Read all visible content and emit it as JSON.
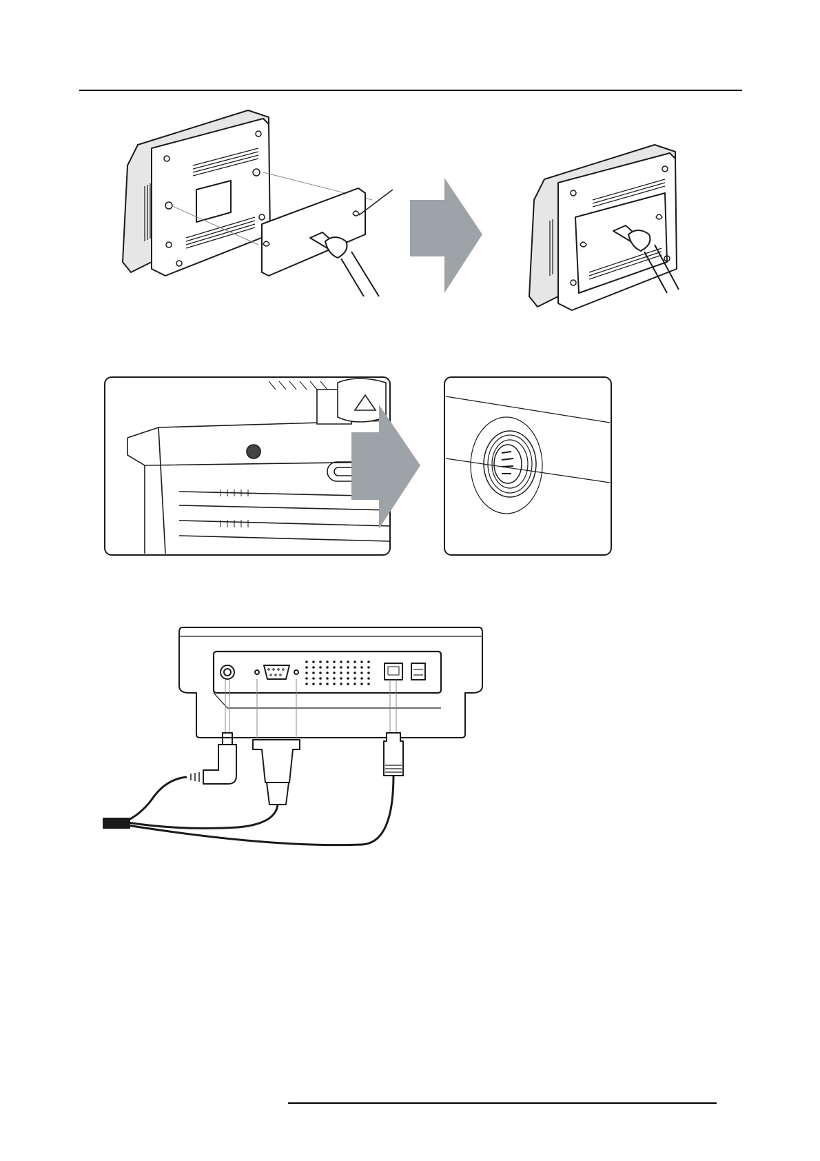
{
  "page": {
    "header_rule": true,
    "footer_rule": true
  },
  "figures": [
    {
      "id": "fig1",
      "subject": "mounting-plate-attachment",
      "steps": 2
    },
    {
      "id": "fig2",
      "subject": "connector-closeup",
      "steps": 2
    },
    {
      "id": "fig3",
      "subject": "rear-connector-panel-cabling",
      "connectors": [
        "power-jack",
        "serial-db9",
        "rj45-network",
        "usb"
      ]
    }
  ],
  "colors": {
    "line": "#1a1a1a",
    "arrow": "#9ea3a8",
    "device_gray": "#d9d9d9",
    "dark": "#2b2b2b"
  }
}
